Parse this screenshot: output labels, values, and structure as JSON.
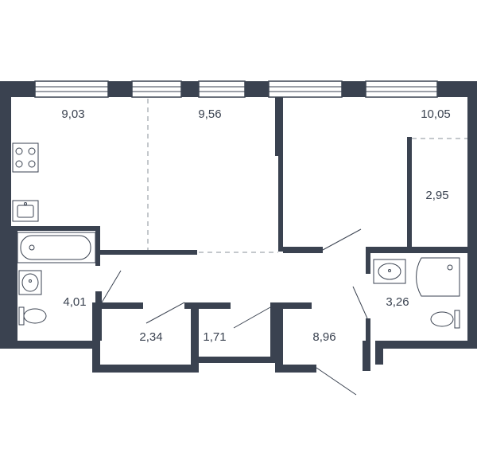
{
  "rooms": [
    {
      "id": "kitchen",
      "area": "9,03"
    },
    {
      "id": "living",
      "area": "9,56"
    },
    {
      "id": "bedroom",
      "area": "10,05"
    },
    {
      "id": "wardrobe",
      "area": "2,95"
    },
    {
      "id": "bathroom",
      "area": "4,01"
    },
    {
      "id": "storage",
      "area": "2,34"
    },
    {
      "id": "closet",
      "area": "1,71"
    },
    {
      "id": "hall",
      "area": "8,96"
    },
    {
      "id": "shower-room",
      "area": "3,26"
    }
  ],
  "colors": {
    "wall": "#3a4250",
    "dashed": "#8a909a",
    "background": "#ffffff"
  }
}
